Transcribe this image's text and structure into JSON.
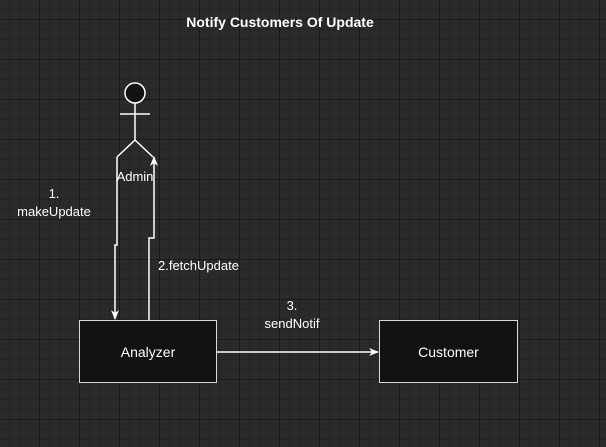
{
  "diagram": {
    "title": "Notify Customers Of Update",
    "actor": {
      "label": "Admin"
    },
    "nodes": {
      "analyzer": "Analyzer",
      "customer": "Customer"
    },
    "messages": {
      "make_update_number": "1.",
      "make_update_name": "makeUpdate",
      "fetch_update": "2.fetchUpdate",
      "send_notif_number": "3.",
      "send_notif_name": "sendNotif"
    },
    "colors": {
      "background": "#2a2a2a",
      "grid": "#191919",
      "box_fill": "#121212",
      "stroke": "#ffffff"
    }
  }
}
